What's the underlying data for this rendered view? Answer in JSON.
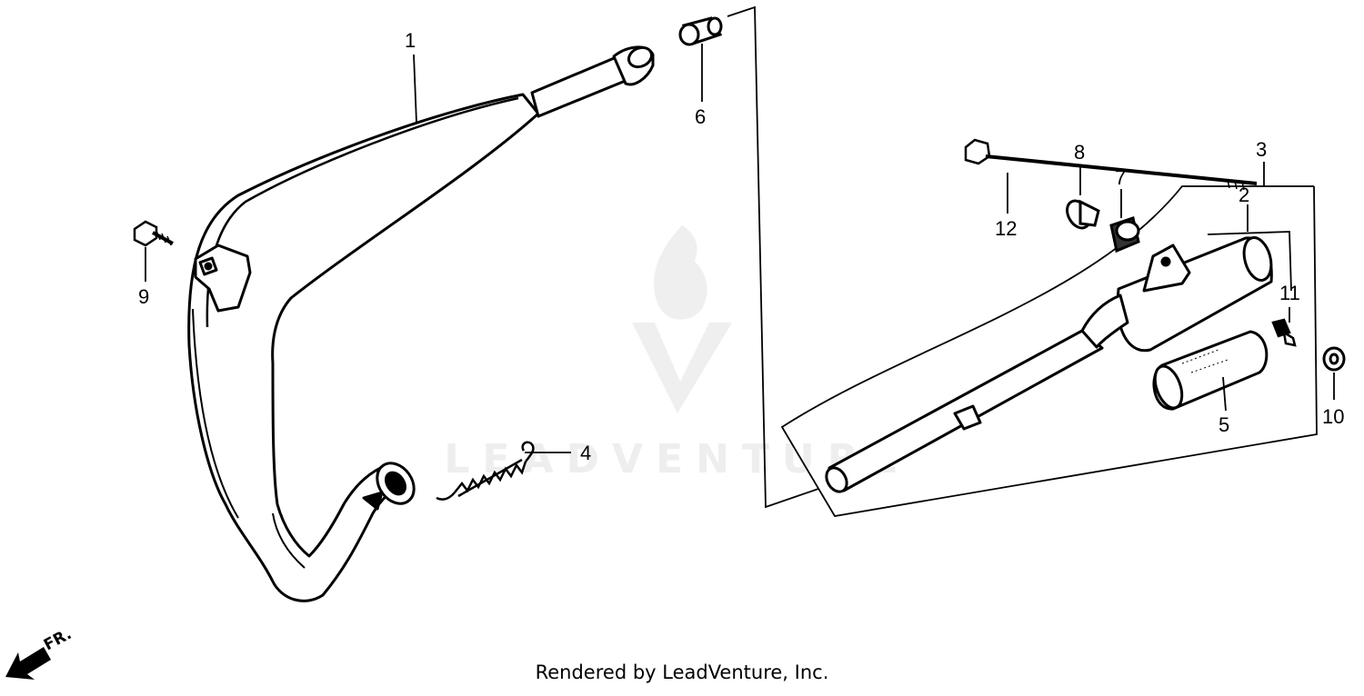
{
  "callouts": {
    "c1": "1",
    "c2": "2",
    "c3": "3",
    "c4": "4",
    "c5": "5",
    "c6": "6",
    "c7": "7",
    "c8": "8",
    "c9": "9",
    "c10": "10",
    "c11": "11",
    "c12": "12"
  },
  "direction_label": "FR.",
  "watermark": "LEADVENTURE",
  "footer": "Rendered by LeadVenture, Inc."
}
